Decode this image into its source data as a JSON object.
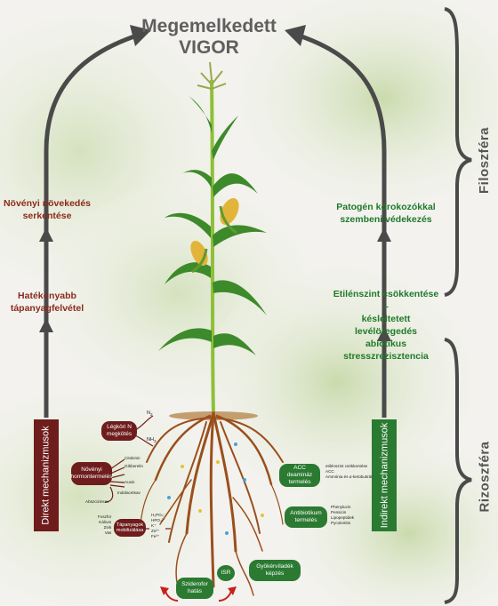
{
  "title": {
    "line1": "Megemelkedett",
    "line2": "VIGOR"
  },
  "left": {
    "upper": {
      "line1": "Növényi növekedés",
      "line2": "serkentése"
    },
    "lower": {
      "line1": "Hatékonyabb",
      "line2": "tápanyagfelvétel"
    },
    "box": "Direkt mechanizmusok"
  },
  "right": {
    "upper": {
      "line1": "Patogén kórokozókkal",
      "line2": "szembeni védekezés"
    },
    "lower": {
      "line1": "Etilénszint csökkentése –",
      "line2": "késleltetett levélöregedés",
      "line3": "abiotikus stresszrezisztencia"
    },
    "box": "Indirekt mechanizmusok"
  },
  "spheres": {
    "top": "Filoszféra",
    "bottom": "Rizoszféra"
  },
  "mechanisms": {
    "n_fix": {
      "line1": "Légköri N",
      "line2": "megkötés",
      "out1": "N",
      "out1_sub": "2",
      "out2": "NH",
      "out2_sub": "3"
    },
    "hormone": {
      "line1": "Növényi",
      "line2": "hormontermelés",
      "items": [
        "Citokinin",
        "Gibberelin",
        "Auxin",
        "Indolacetsav",
        "Abszcizinsav"
      ]
    },
    "phosphate": {
      "line1": "Tápanyagok",
      "line2": "mobilizálása",
      "left_items": [
        "Foszfor",
        "Kálium",
        "Zink",
        "Vas"
      ],
      "right_items": [
        "H₂PO₄⁻",
        "HPO₄²⁻",
        "K⁺",
        "Zn²⁺",
        "Fe³⁺"
      ]
    },
    "siderophore": {
      "line1": "Sziderofor",
      "line2": "hatás"
    },
    "isr": "ISR",
    "acc": {
      "line1": "ACC deamináz",
      "line2": "termelés",
      "items": [
        "etilénszint csökkentése",
        "ACC",
        "Ammónia és α-ketobutirát"
      ]
    },
    "antibiotic": {
      "line1": "Antibiotikum",
      "line2": "termelés",
      "items": [
        "Phenylucin",
        "Pensicin",
        "Lipopeptidek",
        "Pycoleiritin"
      ]
    },
    "root_colon": {
      "line1": "Gyökérvíladék",
      "line2": "képzés"
    }
  },
  "colors": {
    "brown": "#6e1c1c",
    "green": "#2b7a32",
    "red_text": "#8b2a1c",
    "green_text": "#1f7a2a",
    "arrow": "#444444"
  }
}
